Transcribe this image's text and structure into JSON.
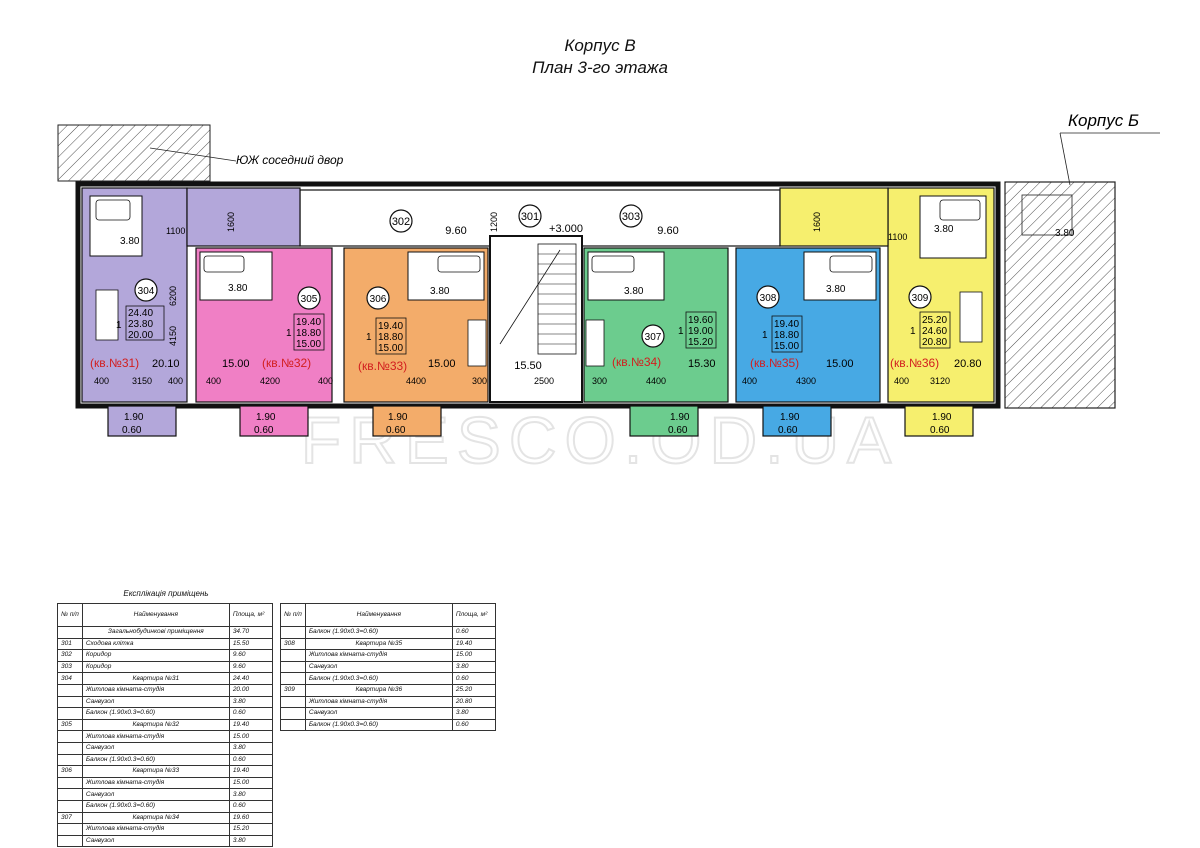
{
  "title": "Корпус В",
  "subtitle": "План 3-го этажа",
  "neighbor_label": "Корпус Б",
  "yard_label": "ЮЖ соседний двор",
  "watermark": "FRESCO.OD.UA",
  "colors": {
    "apt31": "#b3a7da",
    "apt32": "#f07fc5",
    "apt33": "#f3ac6a",
    "apt34": "#6ccc8e",
    "apt35": "#47a9e4",
    "apt36": "#f6ef6e",
    "apt_label": "#d21e1e",
    "line": "#1a1a1a"
  },
  "rooms": [
    {
      "id": "302",
      "area": "9.60"
    },
    {
      "id": "301",
      "area": "15.50"
    },
    {
      "id": "303",
      "area": "9.60"
    }
  ],
  "level_mark": "+3.000",
  "dim_1200": "1200",
  "dim_2500": "2500",
  "apartments": [
    {
      "id": "304",
      "label": "(кв.№31)",
      "total": "24.40",
      "living": "23.80",
      "net": "20.00",
      "rooms": "1",
      "bath": "3.80",
      "room_area": "20.10",
      "dims": [
        "400",
        "3150",
        "400"
      ],
      "dim_v1": "6200",
      "dim_v2": "4150",
      "dim_v3": "1100",
      "balcony_w": "1.90",
      "balcony_a": "0.60"
    },
    {
      "id": "305",
      "label": "(кв.№32)",
      "total": "19.40",
      "living": "18.80",
      "net": "15.00",
      "rooms": "1",
      "bath": "3.80",
      "room_area": "15.00",
      "dims": [
        "400",
        "4200",
        "400"
      ],
      "dim_v1": "1600",
      "balcony_w": "1.90",
      "balcony_a": "0.60"
    },
    {
      "id": "306",
      "label": "(кв.№33)",
      "total": "19.40",
      "living": "18.80",
      "net": "15.00",
      "rooms": "1",
      "bath": "3.80",
      "room_area": "15.00",
      "dims": [
        "4400",
        "300"
      ],
      "balcony_w": "1.90",
      "balcony_a": "0.60"
    },
    {
      "id": "307",
      "label": "(кв.№34)",
      "total": "19.60",
      "living": "19.00",
      "net": "15.20",
      "rooms": "1",
      "bath": "3.80",
      "room_area": "15.30",
      "dims": [
        "300",
        "4400"
      ],
      "balcony_w": "1.90",
      "balcony_a": "0.60"
    },
    {
      "id": "308",
      "label": "(кв.№35)",
      "total": "19.40",
      "living": "18.80",
      "net": "15.00",
      "rooms": "1",
      "bath": "3.80",
      "room_area": "15.00",
      "dims": [
        "400",
        "4300"
      ],
      "balcony_w": "1.90",
      "balcony_a": "0.60"
    },
    {
      "id": "309",
      "label": "(кв.№36)",
      "total": "25.20",
      "living": "24.60",
      "net": "20.80",
      "rooms": "1",
      "bath": "3.80",
      "room_area": "20.80",
      "dims": [
        "400",
        "3120"
      ],
      "dim_v1": "1600",
      "dim_v3": "1100",
      "balcony_w": "1.90",
      "balcony_a": "0.60"
    }
  ],
  "neighbor_bath": "3.80",
  "explication": {
    "title": "Експлікація приміщень",
    "headers": [
      "№ п/п",
      "Найменування",
      "Площа, м²"
    ],
    "left_rows": [
      {
        "n": "",
        "name": "Загальнобудинкові приміщення",
        "area": "34.70",
        "apt": true
      },
      {
        "n": "301",
        "name": "Сходова клітка",
        "area": "15.50"
      },
      {
        "n": "302",
        "name": "Коридор",
        "area": "9.60"
      },
      {
        "n": "303",
        "name": "Коридор",
        "area": "9.60"
      },
      {
        "n": "304",
        "name": "Квартира №31",
        "area": "24.40",
        "apt": true
      },
      {
        "n": "",
        "name": "Житлова кімната-студія",
        "area": "20.00"
      },
      {
        "n": "",
        "name": "Санвузол",
        "area": "3.80"
      },
      {
        "n": "",
        "name": "Балкон (1.90x0.3=0.60)",
        "area": "0.60"
      },
      {
        "n": "305",
        "name": "Квартира №32",
        "area": "19.40",
        "apt": true
      },
      {
        "n": "",
        "name": "Житлова кімната-студія",
        "area": "15.00"
      },
      {
        "n": "",
        "name": "Санвузол",
        "area": "3.80"
      },
      {
        "n": "",
        "name": "Балкон (1.90x0.3=0.60)",
        "area": "0.60"
      },
      {
        "n": "306",
        "name": "Квартира №33",
        "area": "19.40",
        "apt": true
      },
      {
        "n": "",
        "name": "Житлова кімната-студія",
        "area": "15.00"
      },
      {
        "n": "",
        "name": "Санвузол",
        "area": "3.80"
      },
      {
        "n": "",
        "name": "Балкон (1.90x0.3=0.60)",
        "area": "0.60"
      },
      {
        "n": "307",
        "name": "Квартира №34",
        "area": "19.60",
        "apt": true
      },
      {
        "n": "",
        "name": "Житлова кімната-студія",
        "area": "15.20"
      },
      {
        "n": "",
        "name": "Санвузол",
        "area": "3.80"
      }
    ],
    "right_rows": [
      {
        "n": "",
        "name": "Балкон (1.90x0.3=0.60)",
        "area": "0.60"
      },
      {
        "n": "308",
        "name": "Квартира №35",
        "area": "19.40",
        "apt": true
      },
      {
        "n": "",
        "name": "Житлова кімната-студія",
        "area": "15.00"
      },
      {
        "n": "",
        "name": "Санвузол",
        "area": "3.80"
      },
      {
        "n": "",
        "name": "Балкон (1.90x0.3=0.60)",
        "area": "0.60"
      },
      {
        "n": "309",
        "name": "Квартира №36",
        "area": "25.20",
        "apt": true
      },
      {
        "n": "",
        "name": "Житлова кімната-студія",
        "area": "20.80"
      },
      {
        "n": "",
        "name": "Санвузол",
        "area": "3.80"
      },
      {
        "n": "",
        "name": "Балкон (1.90x0.3=0.60)",
        "area": "0.60"
      }
    ]
  }
}
